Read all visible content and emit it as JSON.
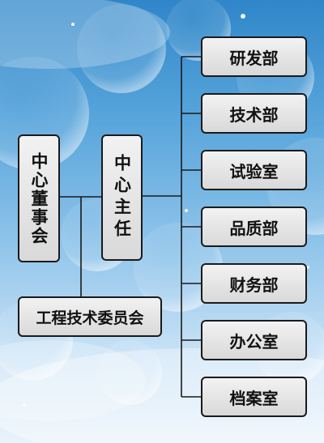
{
  "diagram": {
    "board": "中心董事会",
    "director": "中心主任",
    "committee": "工程技术委员会",
    "departments": [
      "研发部",
      "技术部",
      "试验室",
      "品质部",
      "财务部",
      "办公室",
      "档案室"
    ]
  },
  "colors": {
    "background_top": "#2f86c9",
    "background_bottom": "#e9f3fb",
    "box_fill": "#e6e6e6",
    "box_border": "#1a1a1a",
    "connector": "#1a1a1a"
  }
}
